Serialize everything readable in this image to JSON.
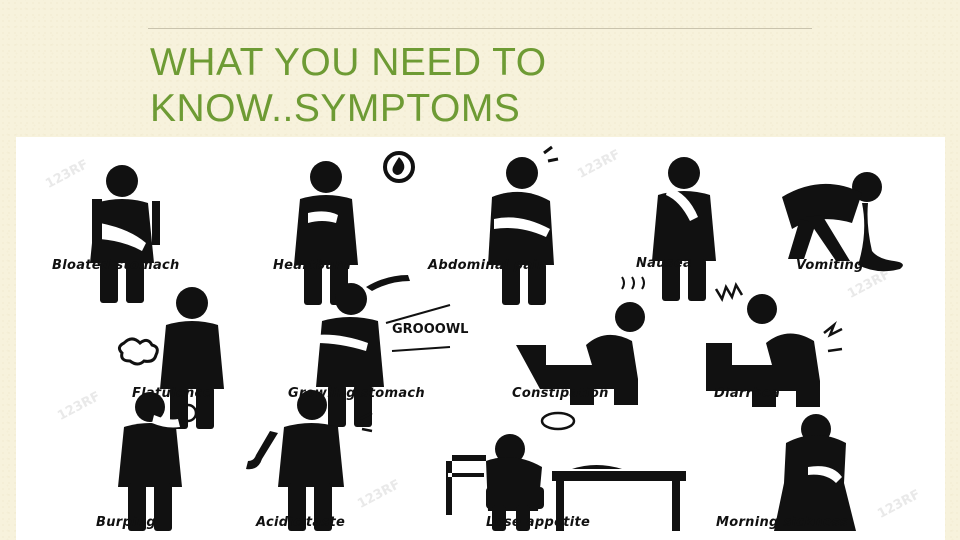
{
  "title": {
    "line1": "WHAT YOU NEED TO",
    "line2": "KNOW..SYMPTOMS"
  },
  "illustration": {
    "watermark_text": "123RF",
    "captions": [
      "Bloated stomach",
      "Heartburn",
      "Abdominal pain",
      "Nausea",
      "Vomiting",
      "Flatulence",
      "Growling stomach",
      "Constipation",
      "Diarrhea",
      "Burping",
      "Acidic taste",
      "Lose appetite",
      "Morning sickness"
    ],
    "sound_text": "GROOOWL",
    "ink_color": "#111111",
    "title_color": "#6e9b34"
  }
}
